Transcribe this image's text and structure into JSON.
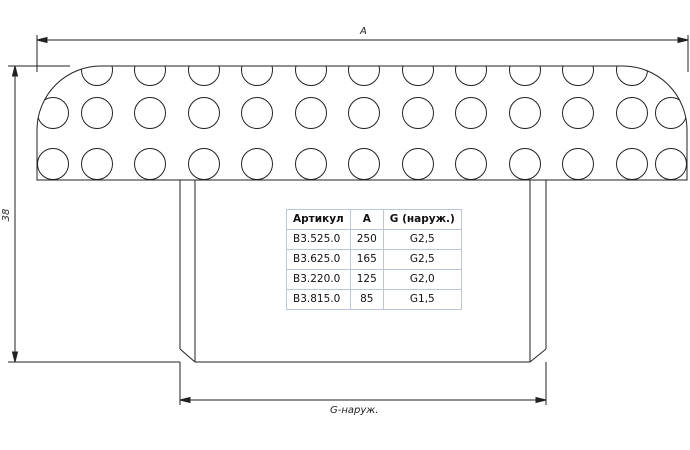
{
  "dimensions": {
    "length_label": "A",
    "height_label": "38",
    "thread_label": "G-наруж."
  },
  "table": {
    "headers": [
      "Артикул",
      "A",
      "G (наруж.)"
    ],
    "rows": [
      [
        "B3.525.0",
        "250",
        "G2,5"
      ],
      [
        "B3.625.0",
        "165",
        "G2,5"
      ],
      [
        "B3.220.0",
        "125",
        "G2,0"
      ],
      [
        "B3.815.0",
        "85",
        "G1,5"
      ]
    ]
  },
  "colors": {
    "line": "#222222",
    "table_border": "#b9c7d9"
  }
}
